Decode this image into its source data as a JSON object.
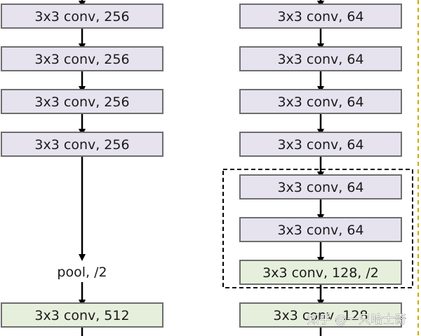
{
  "diagram": {
    "colors": {
      "conv_fill": "#e6e3ef",
      "downsample_fill": "#e6efdc",
      "box_border": "#6e6e6e",
      "arrow": "#000000",
      "dashed_group": "#000000",
      "right_edge": "#d4aa00"
    },
    "left_column": {
      "blocks": [
        {
          "label": "3x3 conv, 256",
          "kind": "conv"
        },
        {
          "label": "3x3 conv, 256",
          "kind": "conv"
        },
        {
          "label": "3x3 conv, 256",
          "kind": "conv"
        },
        {
          "label": "3x3 conv, 256",
          "kind": "conv"
        }
      ],
      "pool_label": "pool, /2",
      "bottom_block": {
        "label": "3x3 conv, 512",
        "kind": "downsample"
      }
    },
    "right_column": {
      "blocks": [
        {
          "label": "3x3 conv, 64",
          "kind": "conv"
        },
        {
          "label": "3x3 conv, 64",
          "kind": "conv"
        },
        {
          "label": "3x3 conv, 64",
          "kind": "conv"
        },
        {
          "label": "3x3 conv, 64",
          "kind": "conv"
        }
      ],
      "group_blocks": [
        {
          "label": "3x3 conv, 64",
          "kind": "conv"
        },
        {
          "label": "3x3 conv, 64",
          "kind": "conv"
        },
        {
          "label": "3x3 conv, 128, /2",
          "kind": "downsample"
        }
      ],
      "bottom_block": {
        "label": "3x3 conv, 128",
        "kind": "downsample"
      }
    },
    "watermark": "知乎 @一只哈士奇"
  }
}
